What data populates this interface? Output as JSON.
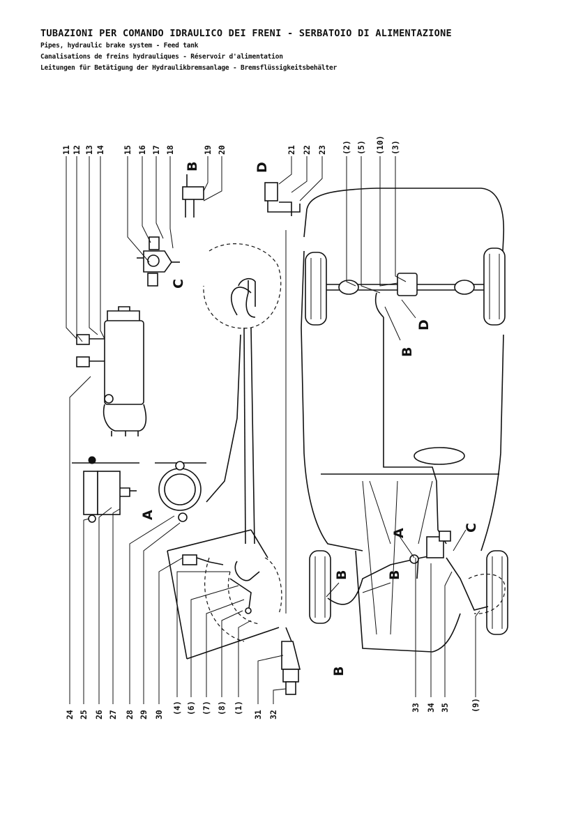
{
  "title": {
    "main": "TUBAZIONI PER COMANDO IDRAULICO DEI FRENI - SERBATOIO DI ALIMENTAZIONE",
    "english": "Pipes, hydraulic brake system - Feed tank",
    "french": "Canalisations de freins hydrauliques - Réservoir d'alimentation",
    "german": "Leitungen für Betätigung der Hydraulikbremsanlage - Bremsflüssigkeitsbehälter"
  },
  "callouts": {
    "top": [
      "11",
      "12",
      "13",
      "14",
      "15",
      "16",
      "17",
      "18",
      "19",
      "20",
      "21",
      "22",
      "23",
      "(2)",
      "(5)",
      "(10)",
      "(3)"
    ],
    "bottom": [
      "24",
      "25",
      "26",
      "27",
      "28",
      "29",
      "30",
      "(4)",
      "(6)",
      "(7)",
      "(8)",
      "(1)",
      "31",
      "32",
      "33",
      "34",
      "35",
      "(9)"
    ]
  },
  "detail_letters": {
    "A": "A",
    "B": "B",
    "C": "C",
    "D": "D"
  }
}
